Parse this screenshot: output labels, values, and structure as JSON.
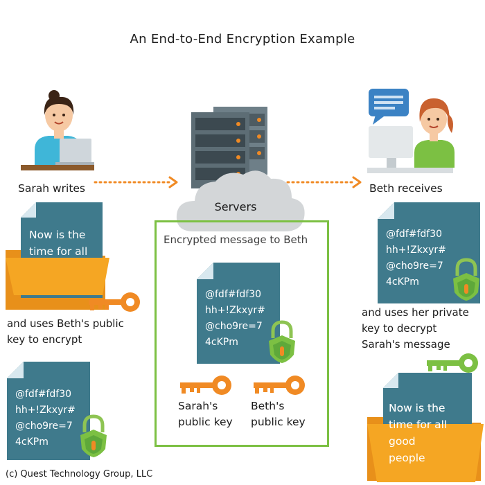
{
  "title": "An End-to-End Encryption Example",
  "sender": {
    "name_label": "Sarah writes",
    "plaintext": "Now is the\ntime for all\ngood\npeople",
    "encrypt_note": "and uses Beth's public\nkey to encrypt",
    "ciphertext": "@fdf#fdf30\nhh+!Zkxyr#\n@cho9re=7\n4cKPm"
  },
  "server": {
    "label": "Servers",
    "box_label": "Encrypted message to Beth",
    "ciphertext": "@fdf#fdf30\nhh+!Zkxyr#\n@cho9re=7\n4cKPm",
    "keys": [
      {
        "caption": "Sarah's\npublic key"
      },
      {
        "caption": "Beth's\npublic key"
      }
    ]
  },
  "receiver": {
    "name_label": "Beth receives",
    "ciphertext": "@fdf#fdf30\nhh+!Zkxyr#\n@cho9re=7\n4cKPm",
    "decrypt_note": "and uses her private\nkey to decrypt\nSarah's message",
    "plaintext": "Now is the\ntime for all\ngood\npeople"
  },
  "copyright": "(c)  Quest Technology Group, LLC",
  "colors": {
    "document": "#3f7a8c",
    "document_fold": "#d8e8ef",
    "folder": "#f5a623",
    "folder_back": "#e8901a",
    "public_key": "#f08a24",
    "private_key": "#7cc043",
    "lock": "#7cc043",
    "arrow": "#f08a24",
    "box_border": "#7cc043"
  }
}
